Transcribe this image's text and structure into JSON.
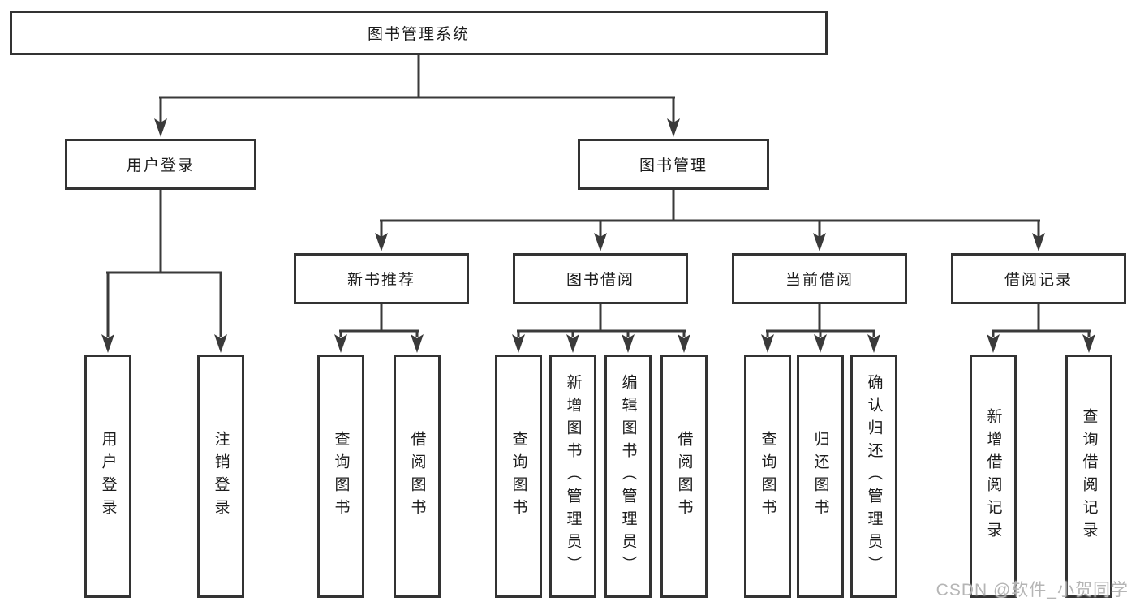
{
  "nodes": {
    "root": "图书管理系统",
    "branches": [
      {
        "label": "用户登录",
        "leaves": [
          "用户登录",
          "注销登录"
        ]
      },
      {
        "label": "图书管理",
        "groups": [
          {
            "label": "新书推荐",
            "leaves": [
              "查询图书",
              "借阅图书"
            ]
          },
          {
            "label": "图书借阅",
            "leaves": [
              "查询图书",
              "新增图书（管理员）",
              "编辑图书（管理员）",
              "借阅图书"
            ]
          },
          {
            "label": "当前借阅",
            "leaves": [
              "查询图书",
              "归还图书",
              "确认归还（管理员）"
            ]
          },
          {
            "label": "借阅记录",
            "leaves": [
              "新增借阅记录",
              "查询借阅记录"
            ]
          }
        ]
      }
    ]
  },
  "watermark": "CSDN @软件_小贺同学",
  "colors": {
    "line": "#3a3a3a",
    "border": "#333333",
    "fill": "#ffffff",
    "text": "#1c1c1c",
    "watermark": "#b5b5b5"
  }
}
